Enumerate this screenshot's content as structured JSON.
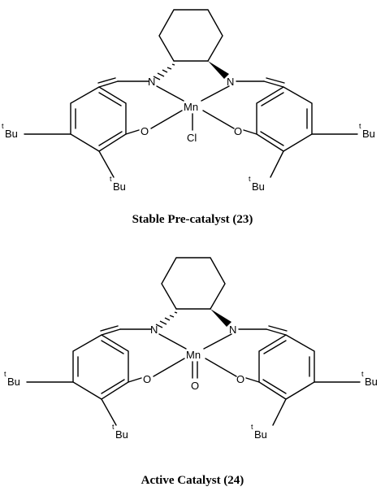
{
  "molecules": [
    {
      "caption": "Stable Pre-catalyst (23)",
      "metal": "Mn",
      "nitrogen_left": "N",
      "nitrogen_right": "N",
      "oxygen_left": "O",
      "oxygen_right": "O",
      "axial_ligand": "Cl",
      "tbu_left_super": "t",
      "tbu_left_main": "Bu",
      "tbu_left_ortho_super": "t",
      "tbu_left_ortho_main": "Bu",
      "tbu_right_super": "t",
      "tbu_right_main": "Bu",
      "tbu_right_ortho_super": "t",
      "tbu_right_ortho_main": "Bu"
    },
    {
      "caption": "Active Catalyst (24)",
      "metal": "Mn",
      "nitrogen_left": "N",
      "nitrogen_right": "N",
      "oxygen_left": "O",
      "oxygen_right": "O",
      "axial_ligand": "O",
      "tbu_left_super": "t",
      "tbu_left_main": "Bu",
      "tbu_left_ortho_super": "t",
      "tbu_left_ortho_main": "Bu",
      "tbu_right_super": "t",
      "tbu_right_main": "Bu",
      "tbu_right_ortho_super": "t",
      "tbu_right_ortho_main": "Bu"
    }
  ]
}
